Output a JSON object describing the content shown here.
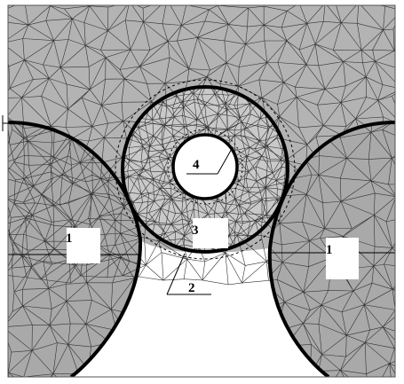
{
  "figure": {
    "labels": {
      "region_1": "1",
      "boundary_2": "2",
      "region_3": "3",
      "region_4": "4"
    },
    "colors": {
      "background": "#ffffff",
      "matrix_fill": "#b3b3b3",
      "inclusion_fill": "#a9a9a9",
      "ring_fill": "#c9c9c9",
      "mesh_line": "#333333",
      "boundary_line": "#000000"
    }
  }
}
